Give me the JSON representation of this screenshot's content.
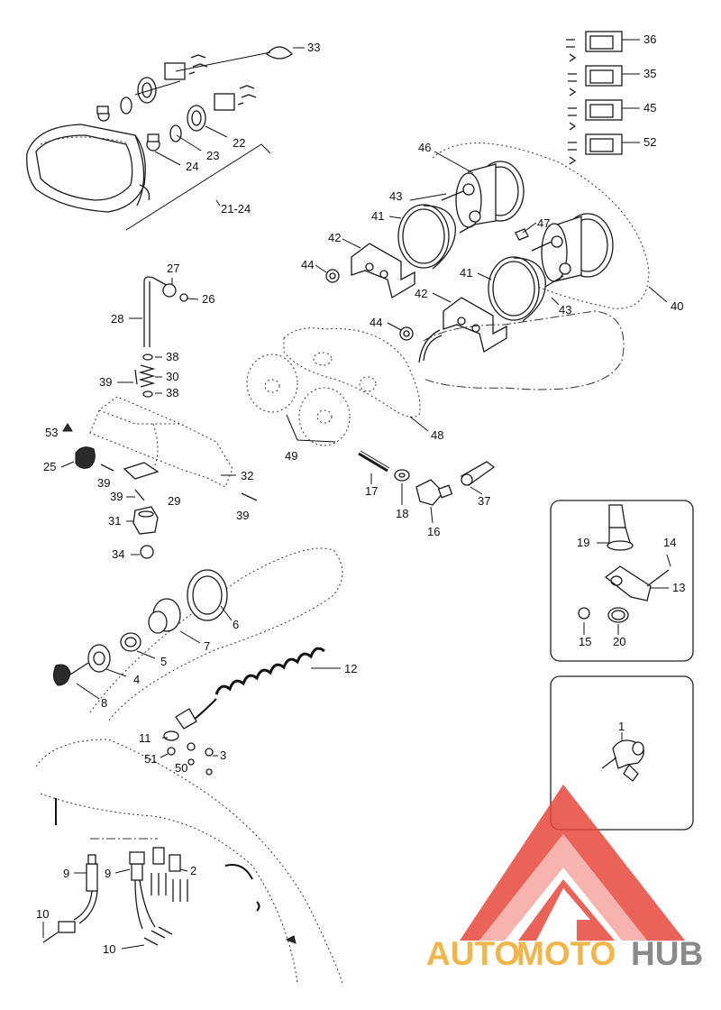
{
  "diagram": {
    "callouts": {
      "c33": "33",
      "c22": "22",
      "c23": "23",
      "c24": "24",
      "c21_24": "21-24",
      "c36": "36",
      "c35": "35",
      "c45": "45",
      "c52": "52",
      "c46": "46",
      "c43a": "43",
      "c41a": "41",
      "c47": "47",
      "c42a": "42",
      "c44a": "44",
      "c41b": "41",
      "c42b": "42",
      "c43b": "43",
      "c40": "40",
      "c44b": "44",
      "c48": "48",
      "c49": "49",
      "c27": "27",
      "c26": "26",
      "c28": "28",
      "c38a": "38",
      "c39a": "39",
      "c30": "30",
      "c38b": "38",
      "c53": "53",
      "c25": "25",
      "c39b": "39",
      "c32": "32",
      "c39c": "39",
      "c29": "29",
      "c31": "31",
      "c39d": "39",
      "c34": "34",
      "c17": "17",
      "c18": "18",
      "c16": "16",
      "c37": "37",
      "c6": "6",
      "c7": "7",
      "c5": "5",
      "c4": "4",
      "c8": "8",
      "c12": "12",
      "c11": "11",
      "c51": "51",
      "c50": "50",
      "c3": "3",
      "c9a": "9",
      "c9b": "9",
      "c2": "2",
      "c10a": "10",
      "c10b": "10",
      "c19": "19",
      "c14": "14",
      "c13": "13",
      "c15": "15",
      "c20": "20",
      "c1": "1"
    }
  },
  "watermark": {
    "part1": "AUTO",
    "part2": "MOTO",
    "part3": "HUB",
    "colors": {
      "orange": "#f0b64a",
      "gray": "#8a8a8a",
      "red": "#e8473c"
    }
  }
}
